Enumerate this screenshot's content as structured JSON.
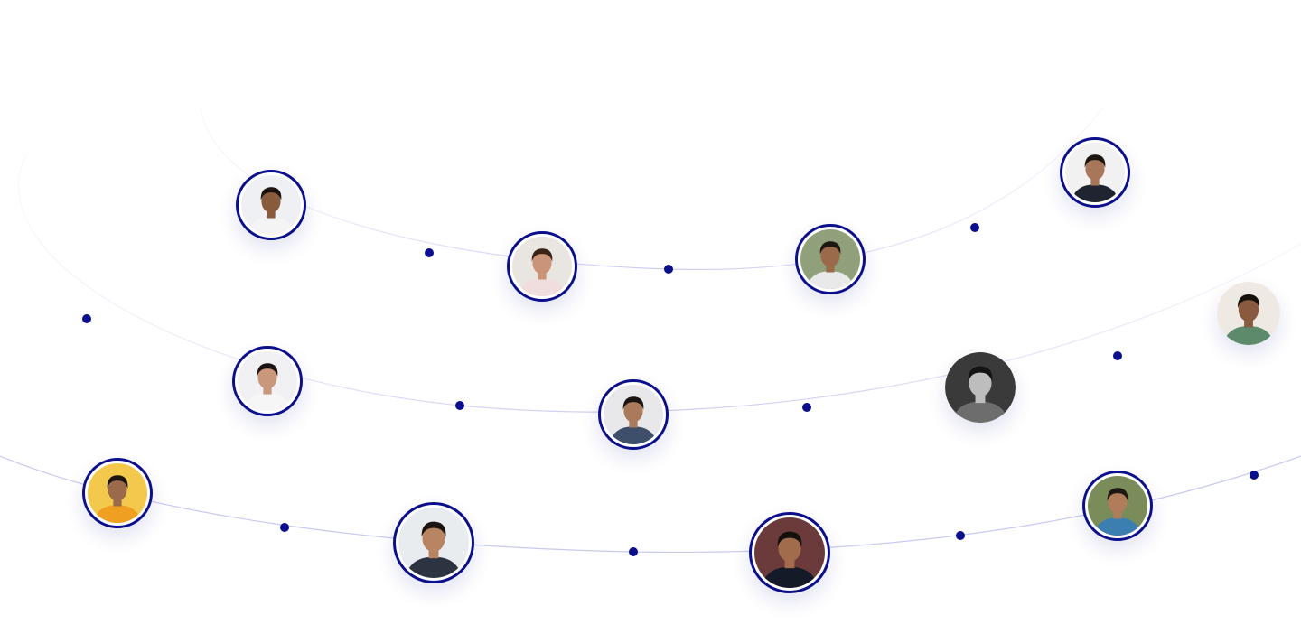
{
  "theme": {
    "ring_color": "#0c0f8c",
    "dot_color": "#0c0f8c",
    "orbit_color": "#c9caf0"
  },
  "avatars": [
    {
      "id": "member-1",
      "bg": "#eef0f4",
      "skin": "#8a5a3c",
      "hair": "#1b1410",
      "shirt": "#f4f4f4",
      "border": true
    },
    {
      "id": "member-2",
      "bg": "#e9e6e2",
      "skin": "#c99478",
      "hair": "#3a2418",
      "shirt": "#f0dede",
      "border": true
    },
    {
      "id": "member-3",
      "bg": "#8fa07a",
      "skin": "#9a6a4a",
      "hair": "#1f1712",
      "shirt": "#e9e9e9",
      "border": true
    },
    {
      "id": "member-4",
      "bg": "#f1f1f1",
      "skin": "#a87658",
      "hair": "#1d1510",
      "shirt": "#1f2430",
      "border": true
    },
    {
      "id": "member-5",
      "bg": "#efe9e4",
      "skin": "#8a5a3e",
      "hair": "#17110d",
      "shirt": "#5c8a6a",
      "border": false
    },
    {
      "id": "member-6",
      "bg": "#f1f1f3",
      "skin": "#c8977c",
      "hair": "#1b1410",
      "shirt": "#f6f6f6",
      "border": true
    },
    {
      "id": "member-7",
      "bg": "#e8e8ea",
      "skin": "#a97a5c",
      "hair": "#1b1410",
      "shirt": "#3d4f6a",
      "border": true
    },
    {
      "id": "member-8",
      "bg": "#3a3a3a",
      "skin": "#bdbdbd",
      "hair": "#141414",
      "shirt": "#6d6d6d",
      "border": false
    },
    {
      "id": "member-9",
      "bg": "#f2c94c",
      "skin": "#9a6a4a",
      "hair": "#1b1410",
      "shirt": "#f0a020",
      "border": true
    },
    {
      "id": "member-10",
      "bg": "#e9ecef",
      "skin": "#b98462",
      "hair": "#1b1410",
      "shirt": "#2c3442",
      "border": true
    },
    {
      "id": "member-11",
      "bg": "#6b3a3a",
      "skin": "#a06c4c",
      "hair": "#15100c",
      "shirt": "#151a28",
      "border": true
    },
    {
      "id": "member-12",
      "bg": "#7a8c5a",
      "skin": "#b07c5a",
      "hair": "#1f1712",
      "shirt": "#3a7fb0",
      "border": true
    }
  ]
}
